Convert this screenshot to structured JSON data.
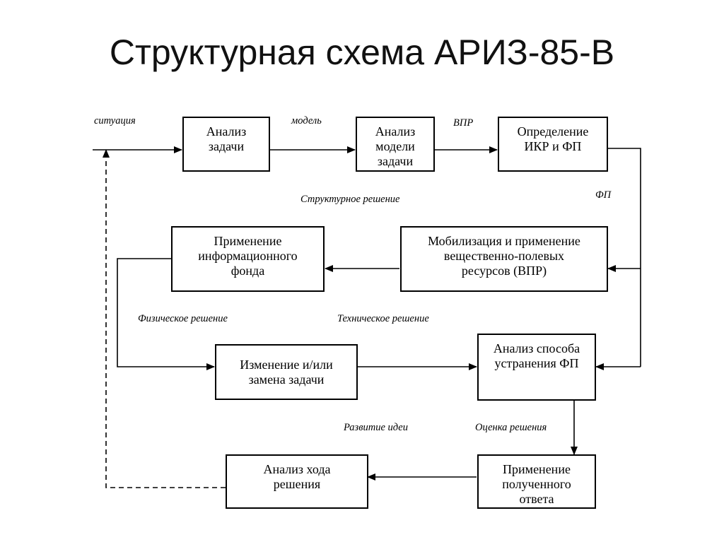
{
  "title": "Структурная схема АРИЗ-85-В",
  "boxes": {
    "analiz_zadachi": "Анализ\nзадачи",
    "analiz_modeli": "Анализ\nмодели\nзадачи",
    "opredelenie_ikr": "Определение\nИКР и ФП",
    "mobilizaciya": "Мобилизация и применение\nвещественно-полевых\nресурсов (ВПР)",
    "primenenie_fonda": "Применение\nинформационного\nфонда",
    "izmenenie_zadachi": "Изменение и/или\nзамена задачи",
    "analiz_sposoba": "Анализ способа\nустранения ФП",
    "primenenie_otveta": "Применение\nполученного\nответа",
    "analiz_hoda": "Анализ хода\nрешения"
  },
  "labels": {
    "situaciya": "ситуация",
    "model": "модель",
    "vpr": "ВПР",
    "fp": "ФП",
    "strukturnoe": "Структурное решение",
    "fizicheskoe": "Физическое решение",
    "tehnicheskoe": "Техническое  решение",
    "razvitie": "Развитие идеи",
    "ocenka": "Оценка решения"
  }
}
